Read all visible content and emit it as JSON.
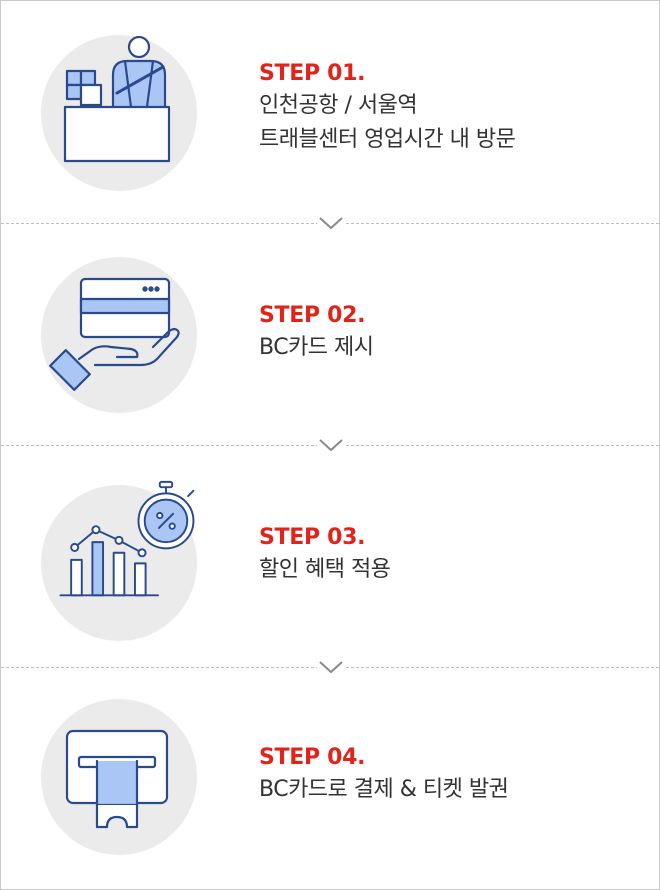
{
  "steps": [
    {
      "label": "STEP 01.",
      "lines": [
        "인천공항 / 서울역",
        "트래블센터 영업시간 내 방문"
      ],
      "icon": "staff-desk-icon"
    },
    {
      "label": "STEP 02.",
      "lines": [
        "BC카드 제시"
      ],
      "icon": "card-in-hand-icon"
    },
    {
      "label": "STEP 03.",
      "lines": [
        "할인 혜택 적용"
      ],
      "icon": "discount-chart-icon"
    },
    {
      "label": "STEP 04.",
      "lines": [
        "BC카드로 결제 & 티켓 발권"
      ],
      "icon": "ticket-machine-icon"
    }
  ],
  "colors": {
    "accent": "#e2231a",
    "icon_stroke": "#2b4a8b",
    "icon_fill": "#a9c6f5",
    "circle_bg": "#ebebeb"
  }
}
